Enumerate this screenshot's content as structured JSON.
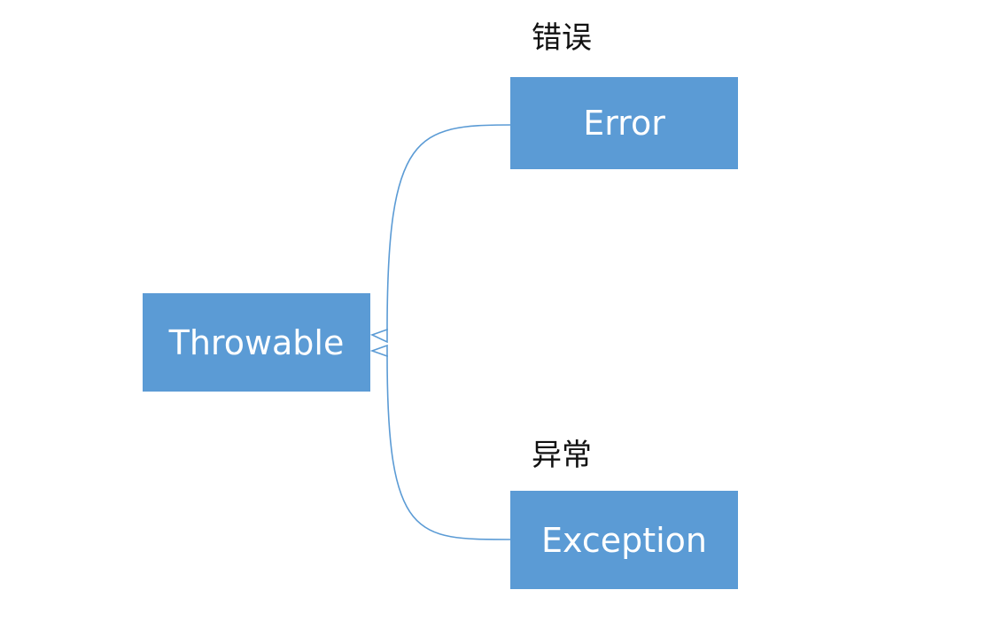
{
  "diagram": {
    "nodes": {
      "root": {
        "label": "Throwable"
      },
      "error": {
        "label": "Error",
        "annotation": "错误"
      },
      "exception": {
        "label": "Exception",
        "annotation": "异常"
      }
    },
    "edges": [
      {
        "from": "error",
        "to": "root",
        "type": "inheritance"
      },
      {
        "from": "exception",
        "to": "root",
        "type": "inheritance"
      }
    ],
    "colors": {
      "node_fill": "#5b9bd5",
      "node_text": "#ffffff",
      "connector": "#5b9bd5",
      "annotation_text": "#111111"
    }
  }
}
